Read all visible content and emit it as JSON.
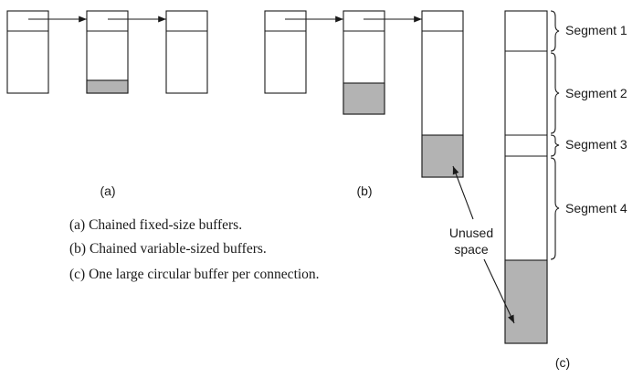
{
  "panels": {
    "a": {
      "label": "(a)"
    },
    "b": {
      "label": "(b)"
    },
    "c": {
      "label": "(c)"
    }
  },
  "segments": [
    "Segment 1",
    "Segment 2",
    "Segment 3",
    "Segment 4"
  ],
  "unused_label": {
    "line1": "Unused",
    "line2": "space"
  },
  "captions": [
    "(a) Chained fixed-size buffers.",
    "(b) Chained variable-sized buffers.",
    "(c) One large circular buffer per connection."
  ],
  "colors": {
    "unused_fill": "#b3b3b3",
    "stroke": "#1a1a1a"
  }
}
